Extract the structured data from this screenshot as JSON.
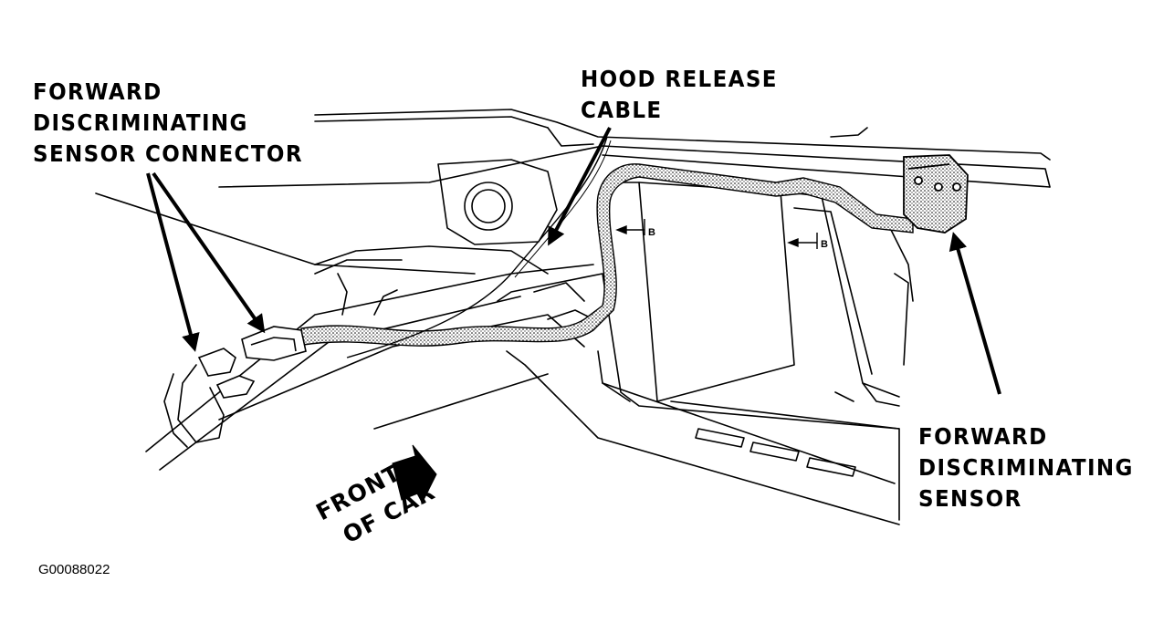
{
  "labels": {
    "connector": [
      "FORWARD",
      "DISCRIMINATING",
      "SENSOR CONNECTOR"
    ],
    "hood_cable": [
      "HOOD RELEASE",
      "CABLE"
    ],
    "sensor": [
      "FORWARD",
      "DISCRIMINATING",
      "SENSOR"
    ],
    "front_of_car": [
      "FRONT",
      "OF CAR"
    ],
    "section_marker": "B",
    "figure_id": "G00088022"
  }
}
